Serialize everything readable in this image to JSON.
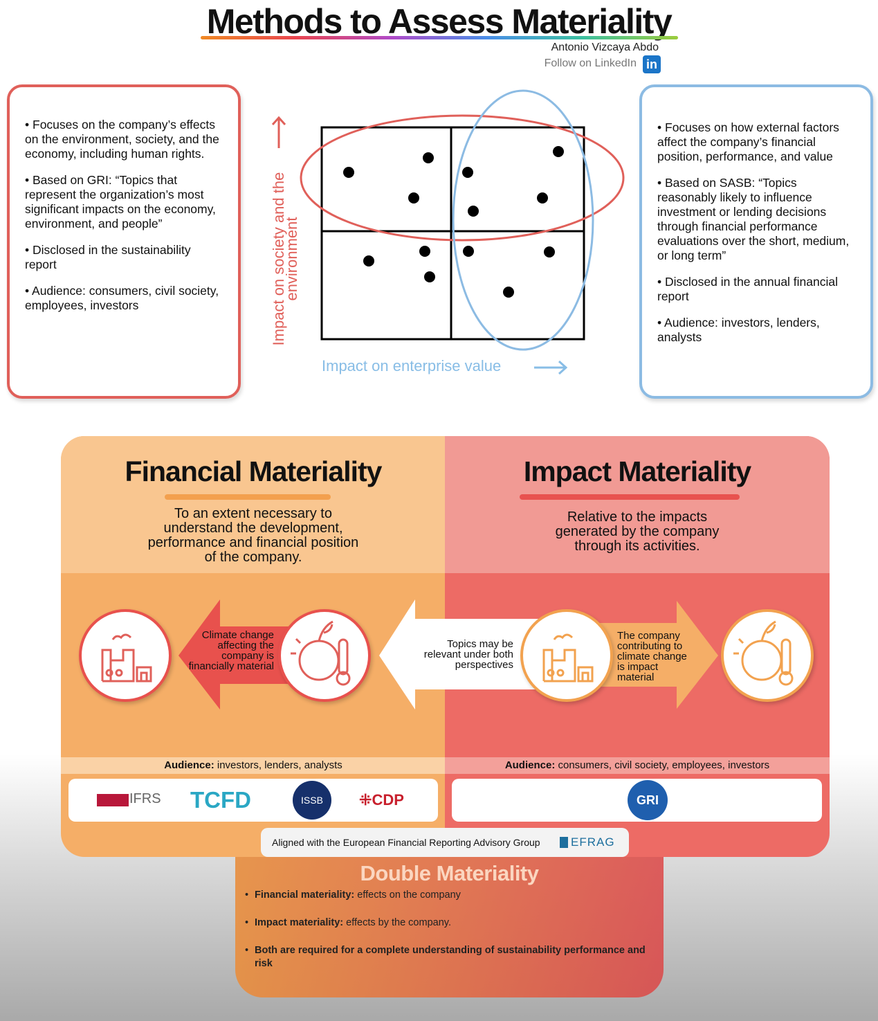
{
  "header": {
    "title": "Methods to Assess Materiality",
    "author": "Antonio Vizcaya Abdo",
    "follow": "Follow on LinkedIn",
    "linkedin_icon": "in"
  },
  "impact_box": {
    "bullets": [
      "Focuses on the company’s effects on the environment, society, and the economy, including human rights.",
      "Based on GRI: “Topics that represent the organization’s most significant impacts on the economy, environment, and people”",
      "Disclosed in the sustainability report",
      "Audience: consumers, civil society, employees, investors"
    ]
  },
  "financial_box": {
    "bullets": [
      "Focuses on how external factors affect the company’s financial position, performance, and value",
      "Based on SASB: “Topics reasonably likely to influence investment or lending decisions through financial performance evaluations over the short, medium, or long term”",
      "Disclosed in the annual financial report",
      "Audience: investors, lenders, analysts"
    ]
  },
  "matrix": {
    "y_label": "Impact on society and the environment",
    "x_label": "Impact on enterprise value",
    "colors": {
      "impact": "#e0605a",
      "financial": "#8cbbe3"
    }
  },
  "financial": {
    "title": "Financial Materiality",
    "description": "To an extent necessary to understand the development, performance and financial position of the company.",
    "arrow_text": "Climate change affecting the company is financially material",
    "audience_label": "Audience:",
    "audience": " investors, lenders, analysts",
    "logos": [
      "IFRS",
      "TCFD",
      "ISSB",
      "CDP"
    ],
    "color": "#f5ae67"
  },
  "middle_arrow": "Topics may be relevant under both perspectives",
  "impact": {
    "title": "Impact Materiality",
    "description": "Relative to the impacts generated by the company through its activities.",
    "arrow_text": "The company contributing to climate change is impact material",
    "audience_label": "Audience:",
    "audience": " consumers, civil society, employees, investors",
    "logos": [
      "GRI"
    ],
    "color": "#ed6b65"
  },
  "efrag": {
    "text": "Aligned with the European Financial Reporting Advisory Group",
    "logo": "EFRAG"
  },
  "double": {
    "title": "Double Materiality",
    "items": [
      {
        "bold": "Financial materiality:",
        "text": " effects on the company"
      },
      {
        "bold": "Impact materiality:",
        "text": " effects by the company."
      },
      {
        "bold": "Both are required for a complete understanding of sustainability performance and risk",
        "text": ""
      }
    ]
  }
}
